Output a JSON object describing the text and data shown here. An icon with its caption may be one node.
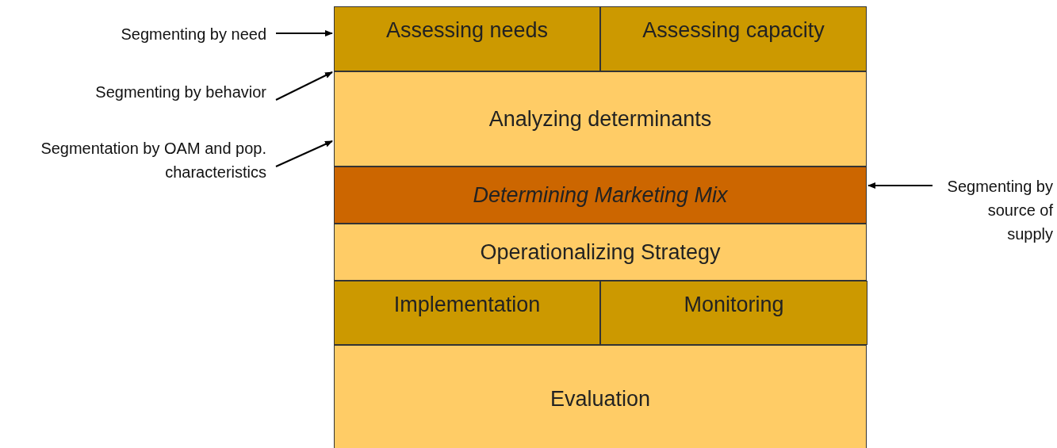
{
  "diagram": {
    "nodes": [
      {
        "text": [
          "Assessing needs"
        ]
      },
      {
        "text": [
          "Assessing capacity"
        ]
      },
      {
        "text": [
          "Analyzing determinants"
        ]
      },
      {
        "text": [
          "Determining Marketing Mix"
        ]
      },
      {
        "text": [
          "Operationalizing Strategy"
        ]
      },
      {
        "text": [
          "Implementation"
        ]
      },
      {
        "text": [
          "Monitoring"
        ]
      },
      {
        "text": [
          "Evaluation"
        ]
      },
      {
        "text": [
          "Segmenting by need"
        ]
      },
      {
        "text": [
          "Segmenting by behavior"
        ]
      },
      {
        "text": [
          "Segmentation by OAM and pop. characteristics"
        ]
      },
      {
        "text": [
          "Segmenting by source of supply"
        ]
      }
    ],
    "edges": [
      {
        "from": 8,
        "to": 0,
        "arrow": "to"
      },
      {
        "from": 9,
        "to": 2,
        "arrow": "to"
      },
      {
        "from": 10,
        "to": 2,
        "arrow": "to"
      },
      {
        "from": 11,
        "to": 3,
        "arrow": "to"
      }
    ]
  }
}
